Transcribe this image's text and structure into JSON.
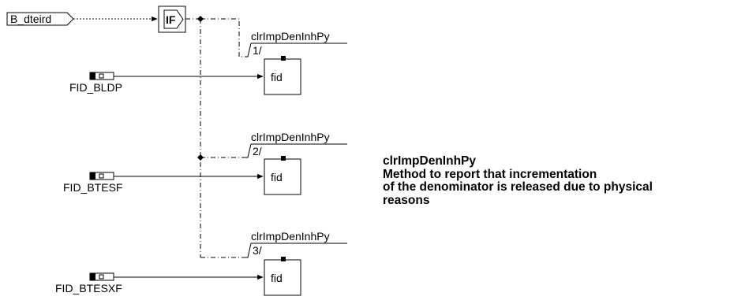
{
  "input_signal": {
    "label": "B_dteird"
  },
  "if_block": {
    "label": "IF"
  },
  "fid_inputs": [
    {
      "label": "FID_BLDP"
    },
    {
      "label": "FID_BTESF"
    },
    {
      "label": "FID_BTESXF"
    }
  ],
  "calls": [
    {
      "name": "clrImpDenInhPy",
      "order": "1/",
      "port": "fid"
    },
    {
      "name": "clrImpDenInhPy",
      "order": "2/",
      "port": "fid"
    },
    {
      "name": "clrImpDenInhPy",
      "order": "3/",
      "port": "fid"
    }
  ],
  "description": {
    "title": "clrImpDenInhPy",
    "lines": [
      "Method to report that incrementation",
      "of the denominator is released due to physical",
      "reasons"
    ]
  }
}
